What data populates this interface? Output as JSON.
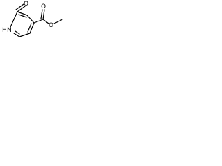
{
  "molecule": {
    "atoms": {
      "o_carbonyl_ring": "O",
      "n_ring": "N",
      "h_ring": "H",
      "o_ester_carbonyl": "O",
      "o_ester_single": "O"
    }
  },
  "colors": {
    "bond": "#000000",
    "text": "#000000",
    "background": "#ffffff"
  }
}
